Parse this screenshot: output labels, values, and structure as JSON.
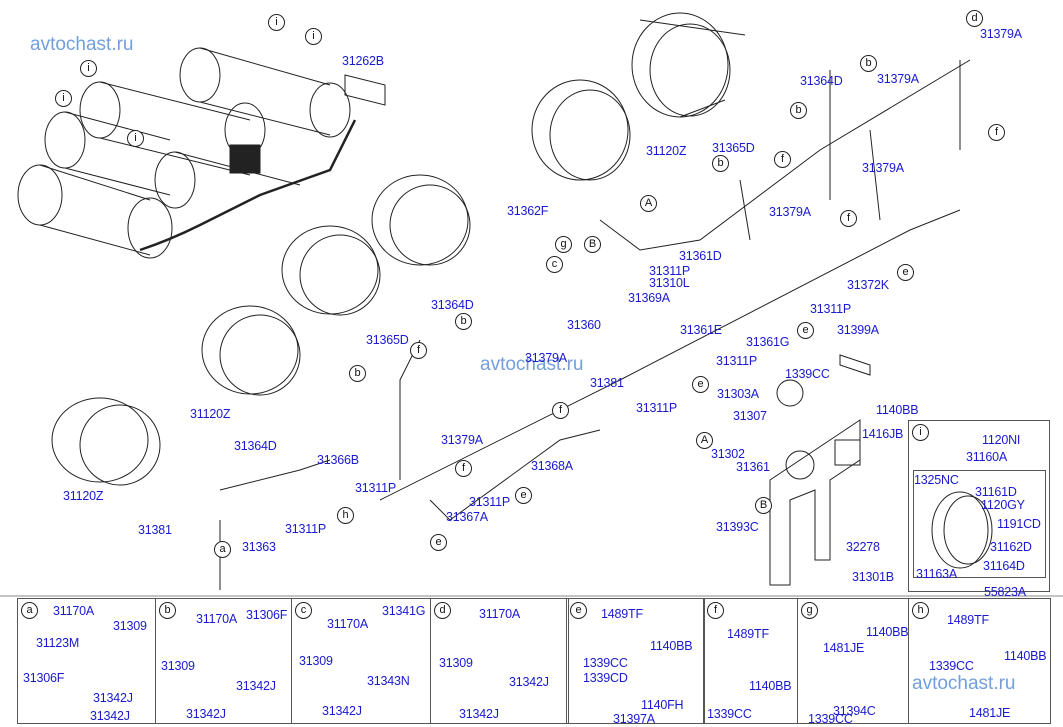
{
  "watermark": "avtochast.ru",
  "colors": {
    "label": "#1a1ad0",
    "watermark": "#5a8fd6",
    "line": "#222222"
  },
  "main_labels": {
    "l31262B": "31262B",
    "l31120Z_a": "31120Z",
    "l31120Z_b": "31120Z",
    "l31120Z_c": "31120Z",
    "l31379A_a": "31379A",
    "l31364D_a": "31364D",
    "l31379A_b": "31379A",
    "l31365D_a": "31365D",
    "l31379A_c": "31379A",
    "l31379A_d": "31379A",
    "l31362F": "31362F",
    "l31361D": "31361D",
    "l31311P_a": "31311P",
    "l31310L": "31310L",
    "l31369A": "31369A",
    "l31372K": "31372K",
    "l31360": "31360",
    "l31364D_b": "31364D",
    "l31311P_b": "31311P",
    "l31361E": "31361E",
    "l31361G": "31361G",
    "l31311P_c": "31311P",
    "l31399A": "31399A",
    "l31365D_b": "31365D",
    "l31379A_e": "31379A",
    "l31381_a": "31381",
    "l1339CC": "1339CC",
    "l31303A": "31303A",
    "l31311P_d": "31311P",
    "l31307": "31307",
    "l1140BB": "1140BB",
    "l1416JB": "1416JB",
    "l31364D_c": "31364D",
    "l31379A_f": "31379A",
    "l31302": "31302",
    "l31361": "31361",
    "l31366B": "31366B",
    "l31368A": "31368A",
    "l31311P_e": "31311P",
    "l31311P_f": "31311P",
    "l31367A": "31367A",
    "l31381_b": "31381",
    "l31363": "31363",
    "l31311P_g": "31311P",
    "l31393C": "31393C",
    "l32278": "32278",
    "l31301B": "31301B",
    "l1120NI": "1120NI",
    "l31160A": "31160A",
    "l1325NC": "1325NC",
    "l31161D": "31161D",
    "l1120GY": "1120GY",
    "l1191CD": "1191CD",
    "l31162D": "31162D",
    "l31164D": "31164D",
    "l31163A": "31163A",
    "l55823A": "55823A"
  },
  "refs": {
    "i": "i",
    "a": "a",
    "b": "b",
    "c": "c",
    "d": "d",
    "e": "e",
    "f": "f",
    "g": "g",
    "h": "h",
    "A": "A",
    "B": "B"
  },
  "panels": [
    {
      "ref": "a",
      "labels": [
        "31170A",
        "31123M",
        "31309",
        "31306F",
        "31342J",
        "31342J"
      ]
    },
    {
      "ref": "b",
      "labels": [
        "31170A",
        "31306F",
        "31309",
        "31342J",
        "31342J"
      ]
    },
    {
      "ref": "c",
      "labels": [
        "31170A",
        "31341G",
        "31309",
        "31343N",
        "31342J"
      ]
    },
    {
      "ref": "d",
      "labels": [
        "31170A",
        "31309",
        "31342J",
        "31342J"
      ]
    },
    {
      "ref": "e",
      "labels": [
        "1489TF",
        "1140BB",
        "1339CC",
        "1339CD",
        "1140FH",
        "31397A"
      ]
    },
    {
      "ref": "f",
      "labels": [
        "1489TF",
        "1140BB",
        "1339CC"
      ]
    },
    {
      "ref": "g",
      "labels": [
        "1140BB",
        "1481JE",
        "31394C",
        "1339CC"
      ]
    },
    {
      "ref": "h",
      "labels": [
        "1489TF",
        "1339CC",
        "1140BB",
        "1481JE"
      ]
    }
  ]
}
